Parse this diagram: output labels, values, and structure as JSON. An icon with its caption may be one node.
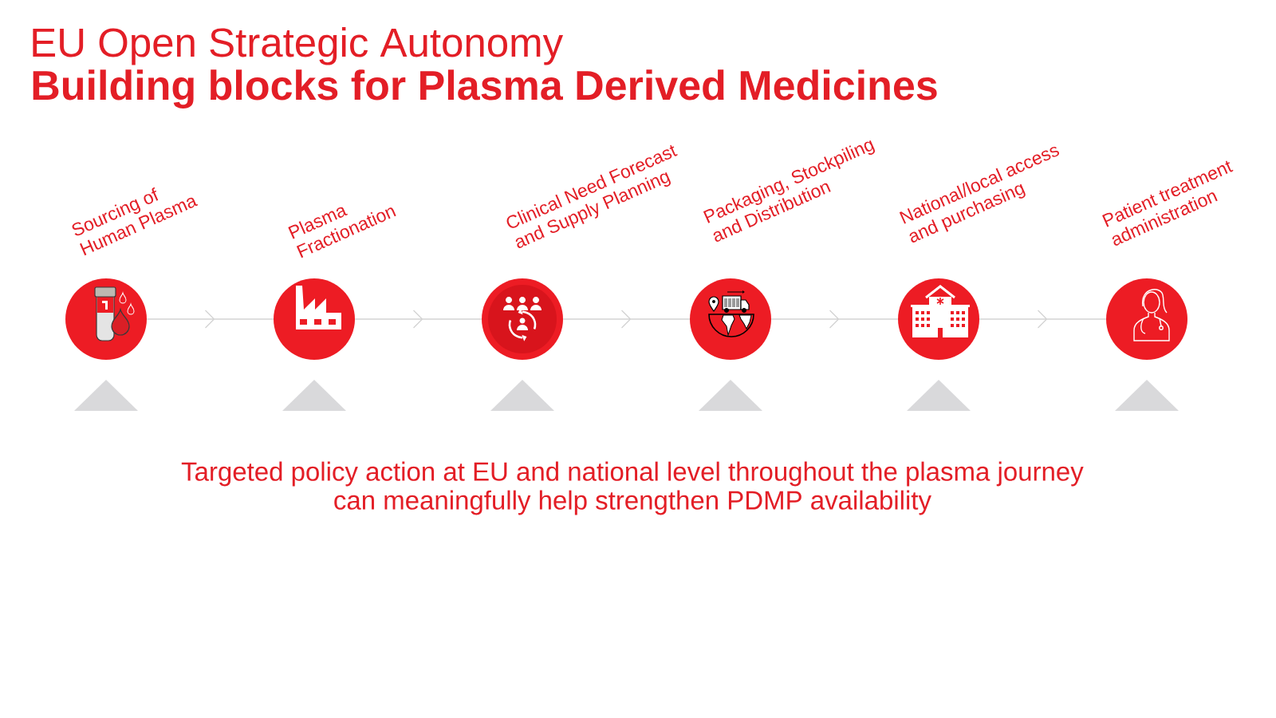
{
  "diagram": {
    "title": "EU Open Strategic Autonomy",
    "nodes": [
      {
        "text": [],
        "shape": "circle",
        "beside": [
          "Sourcing of Human Plasma"
        ]
      },
      {
        "text": [],
        "shape": "circle",
        "beside": [
          "Plasma Fractionation"
        ]
      },
      {
        "text": [],
        "shape": "circle",
        "beside": [
          "Clinical Need Forecast and Supply Planning"
        ]
      },
      {
        "text": [],
        "shape": "circle",
        "beside": [
          "Packaging, Stockpiling and Distribution"
        ]
      },
      {
        "text": [],
        "shape": "circle",
        "beside": [
          "National/local access and purchasing"
        ]
      },
      {
        "text": [],
        "shape": "circle",
        "beside": [
          "Patient treatment administration"
        ]
      },
      {
        "text": [],
        "shape": "triangle"
      },
      {
        "text": [],
        "shape": "triangle"
      },
      {
        "text": [],
        "shape": "triangle"
      },
      {
        "text": [],
        "shape": "triangle"
      },
      {
        "text": [],
        "shape": "triangle"
      },
      {
        "text": [],
        "shape": "triangle"
      }
    ],
    "edges": [
      {
        "from": 0,
        "to": 1,
        "arrow": "to"
      },
      {
        "from": 1,
        "to": 2,
        "arrow": "to"
      },
      {
        "from": 2,
        "to": 3,
        "arrow": "to"
      },
      {
        "from": 3,
        "to": 4,
        "arrow": "to"
      },
      {
        "from": 4,
        "to": 5,
        "arrow": "to"
      }
    ],
    "labels": [
      "Building blocks for Plasma Derived Medicines",
      "Targeted policy action at EU and national level throughout the plasma journey can meaningfully help strengthen PDMP availability"
    ]
  }
}
